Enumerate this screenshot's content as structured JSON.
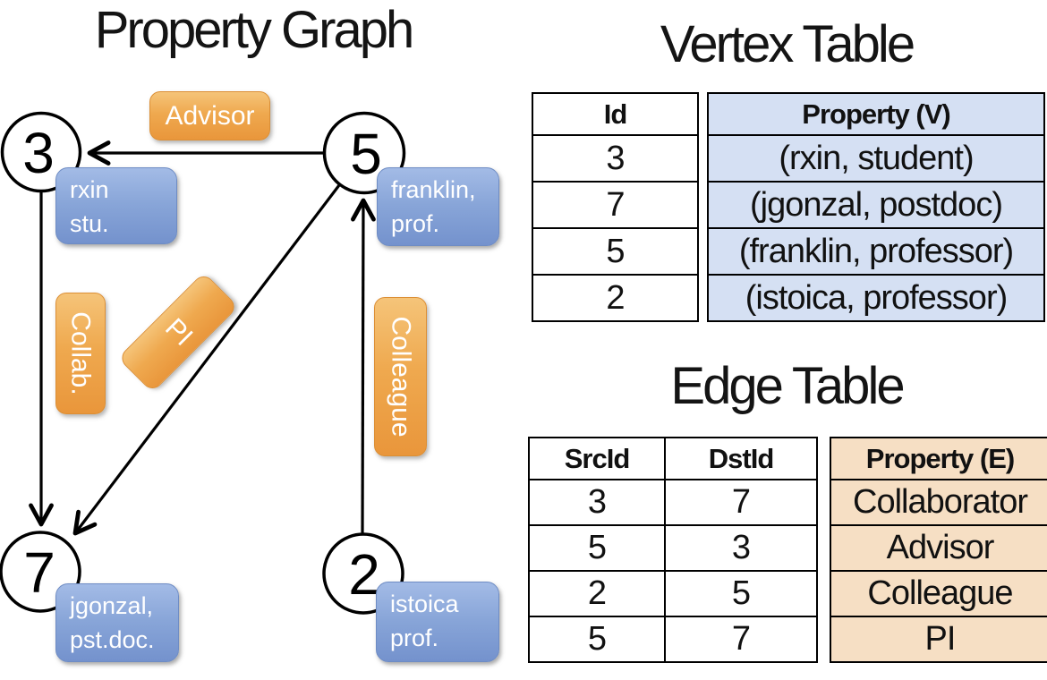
{
  "titles": {
    "graph": "Property Graph",
    "vertex_table": "Vertex Table",
    "edge_table": "Edge Table"
  },
  "graph": {
    "nodes": [
      {
        "id": "3",
        "line1": "rxin",
        "line2": "stu."
      },
      {
        "id": "5",
        "line1": "franklin,",
        "line2": "prof."
      },
      {
        "id": "7",
        "line1": "jgonzal,",
        "line2": "pst.doc."
      },
      {
        "id": "2",
        "line1": "istoica",
        "line2": "prof."
      }
    ],
    "edge_labels": {
      "advisor": "Advisor",
      "collab": "Collab.",
      "pi": "PI",
      "colleague": "Colleague"
    },
    "edges": [
      {
        "src": "5",
        "dst": "3",
        "label": "Advisor"
      },
      {
        "src": "3",
        "dst": "7",
        "label": "Collab."
      },
      {
        "src": "5",
        "dst": "7",
        "label": "PI"
      },
      {
        "src": "2",
        "dst": "5",
        "label": "Colleague"
      }
    ]
  },
  "vertex_table": {
    "headers": {
      "id": "Id",
      "property": "Property (V)"
    },
    "rows": [
      {
        "id": "3",
        "property": "(rxin, student)"
      },
      {
        "id": "7",
        "property": "(jgonzal, postdoc)"
      },
      {
        "id": "5",
        "property": "(franklin, professor)"
      },
      {
        "id": "2",
        "property": "(istoica, professor)"
      }
    ]
  },
  "edge_table": {
    "headers": {
      "src": "SrcId",
      "dst": "DstId",
      "property": "Property (E)"
    },
    "rows": [
      {
        "src": "3",
        "dst": "7",
        "property": "Collaborator"
      },
      {
        "src": "5",
        "dst": "3",
        "property": "Advisor"
      },
      {
        "src": "2",
        "dst": "5",
        "property": "Colleague"
      },
      {
        "src": "5",
        "dst": "7",
        "property": "PI"
      }
    ]
  },
  "colors": {
    "edge_label_orange_top": "#F5C479",
    "edge_label_orange_bottom": "#E9963B",
    "vertex_box_blue_top": "#A3BBE6",
    "vertex_box_blue_bottom": "#7492CD",
    "vertex_table_property_bg": "#D5E0F3",
    "edge_table_property_bg": "#F6DFC4",
    "line_color": "#000000",
    "box_text_color": "#FFFFFF"
  }
}
